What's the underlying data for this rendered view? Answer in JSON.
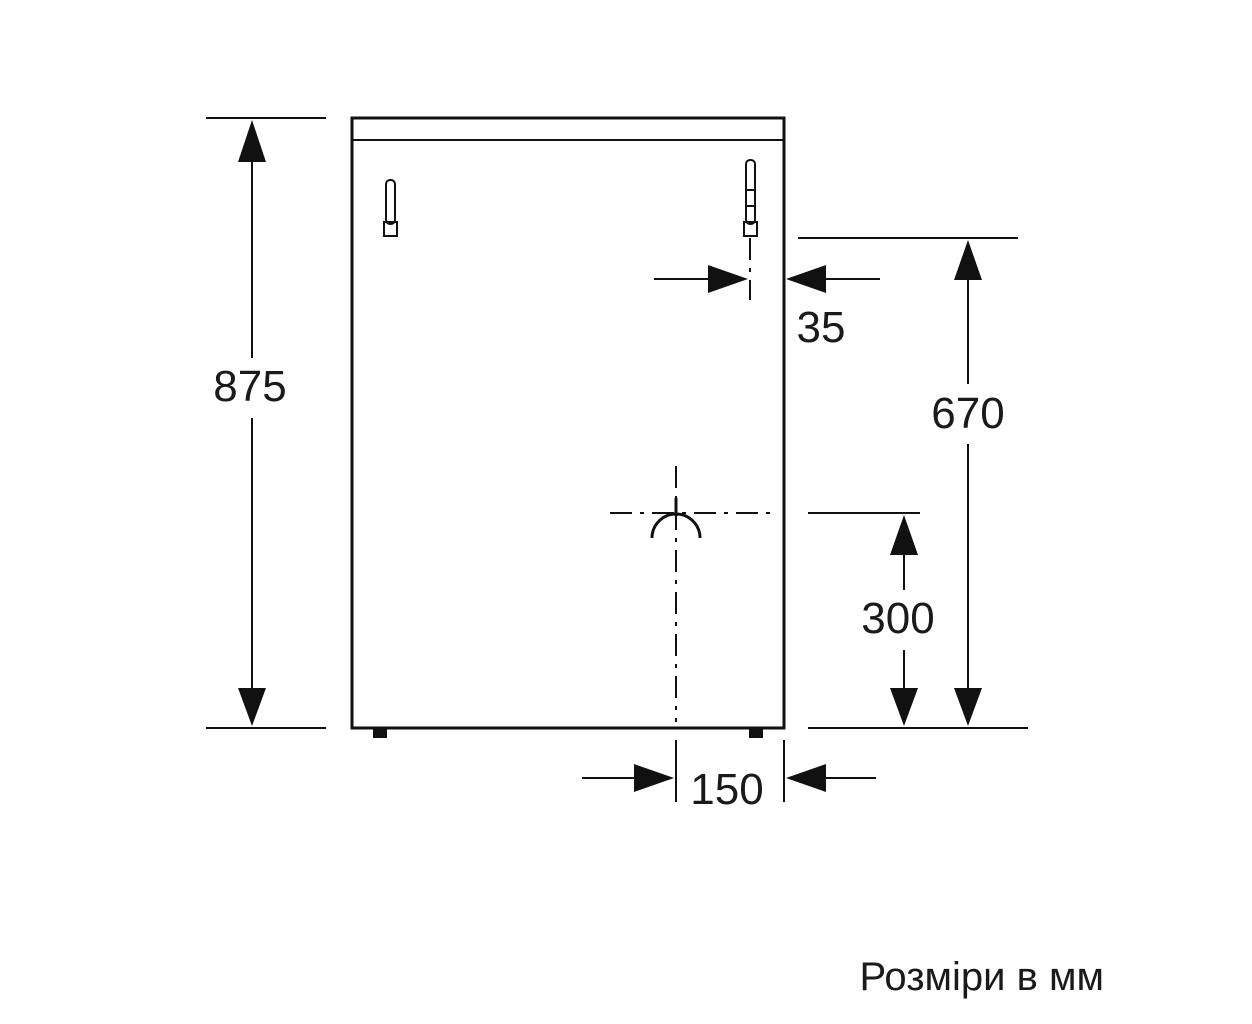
{
  "dimensions": {
    "total_height": "875",
    "connection_height": "670",
    "side_offset": "35",
    "drain_height": "300",
    "drain_offset": "150"
  },
  "caption": "Розміри в мм",
  "colors": {
    "line": "#111111",
    "background": "#ffffff"
  }
}
